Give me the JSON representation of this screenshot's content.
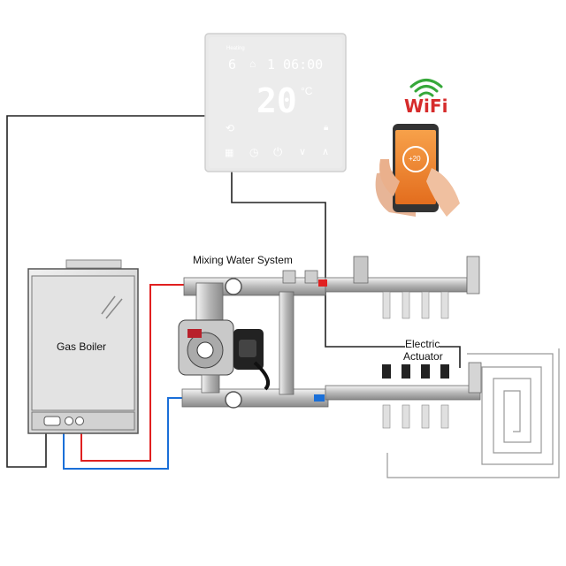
{
  "thermostat": {
    "mode_label": "Heating",
    "day": "6",
    "time": "1 06:00",
    "temperature": "20",
    "unit": "°C"
  },
  "wifi": {
    "logo_text": "WiFi"
  },
  "phone": {
    "screen_temp": "+20"
  },
  "labels": {
    "mixing_system": "Mixing Water System",
    "boiler": "Gas Boiler",
    "actuator_line1": "Electric",
    "actuator_line2": "Actuator"
  },
  "colors": {
    "hot_pipe": "#e02020",
    "cold_pipe": "#1a6fd8",
    "signal_wire": "#222222",
    "thermostat_bg": "#e8e8e8",
    "phone_screen": "#f08a2a"
  }
}
